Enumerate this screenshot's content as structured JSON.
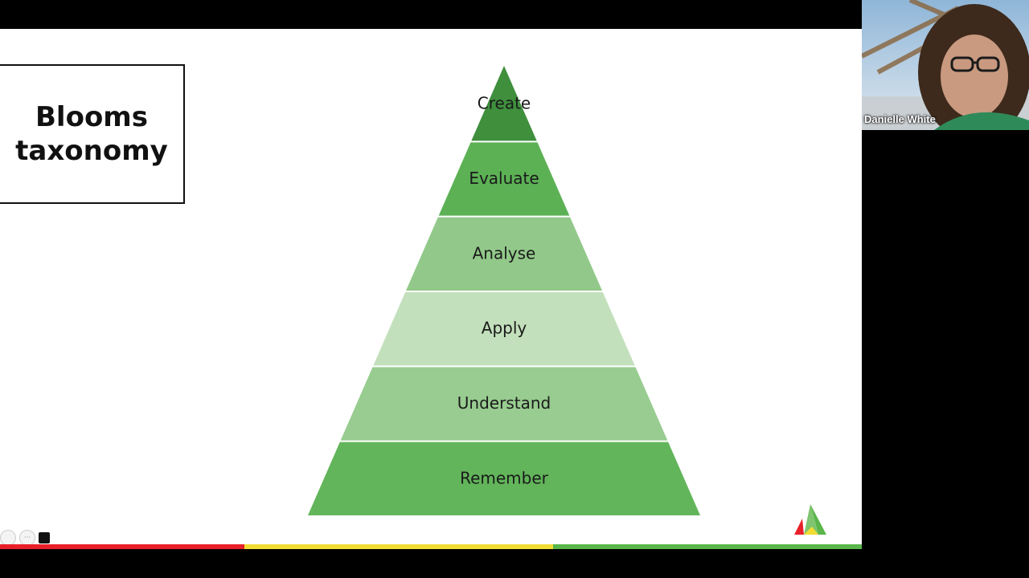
{
  "slide": {
    "title": "Blooms\ntaxonomy",
    "levels": [
      {
        "label": "Create",
        "color": "#3f8f3d"
      },
      {
        "label": "Evaluate",
        "color": "#5cb155"
      },
      {
        "label": "Analyse",
        "color": "#92c98a"
      },
      {
        "label": "Apply",
        "color": "#c3e0bc"
      },
      {
        "label": "Understand",
        "color": "#98cc90"
      },
      {
        "label": "Remember",
        "color": "#62b55a"
      }
    ],
    "footer_colors": [
      "#e8202a",
      "#f2dc33",
      "#5ab54a"
    ]
  },
  "participant": {
    "name": "Danielle White"
  },
  "icons": {
    "logo": "triangle-logo-icon",
    "cursor": "mouse-pointer-icon"
  }
}
